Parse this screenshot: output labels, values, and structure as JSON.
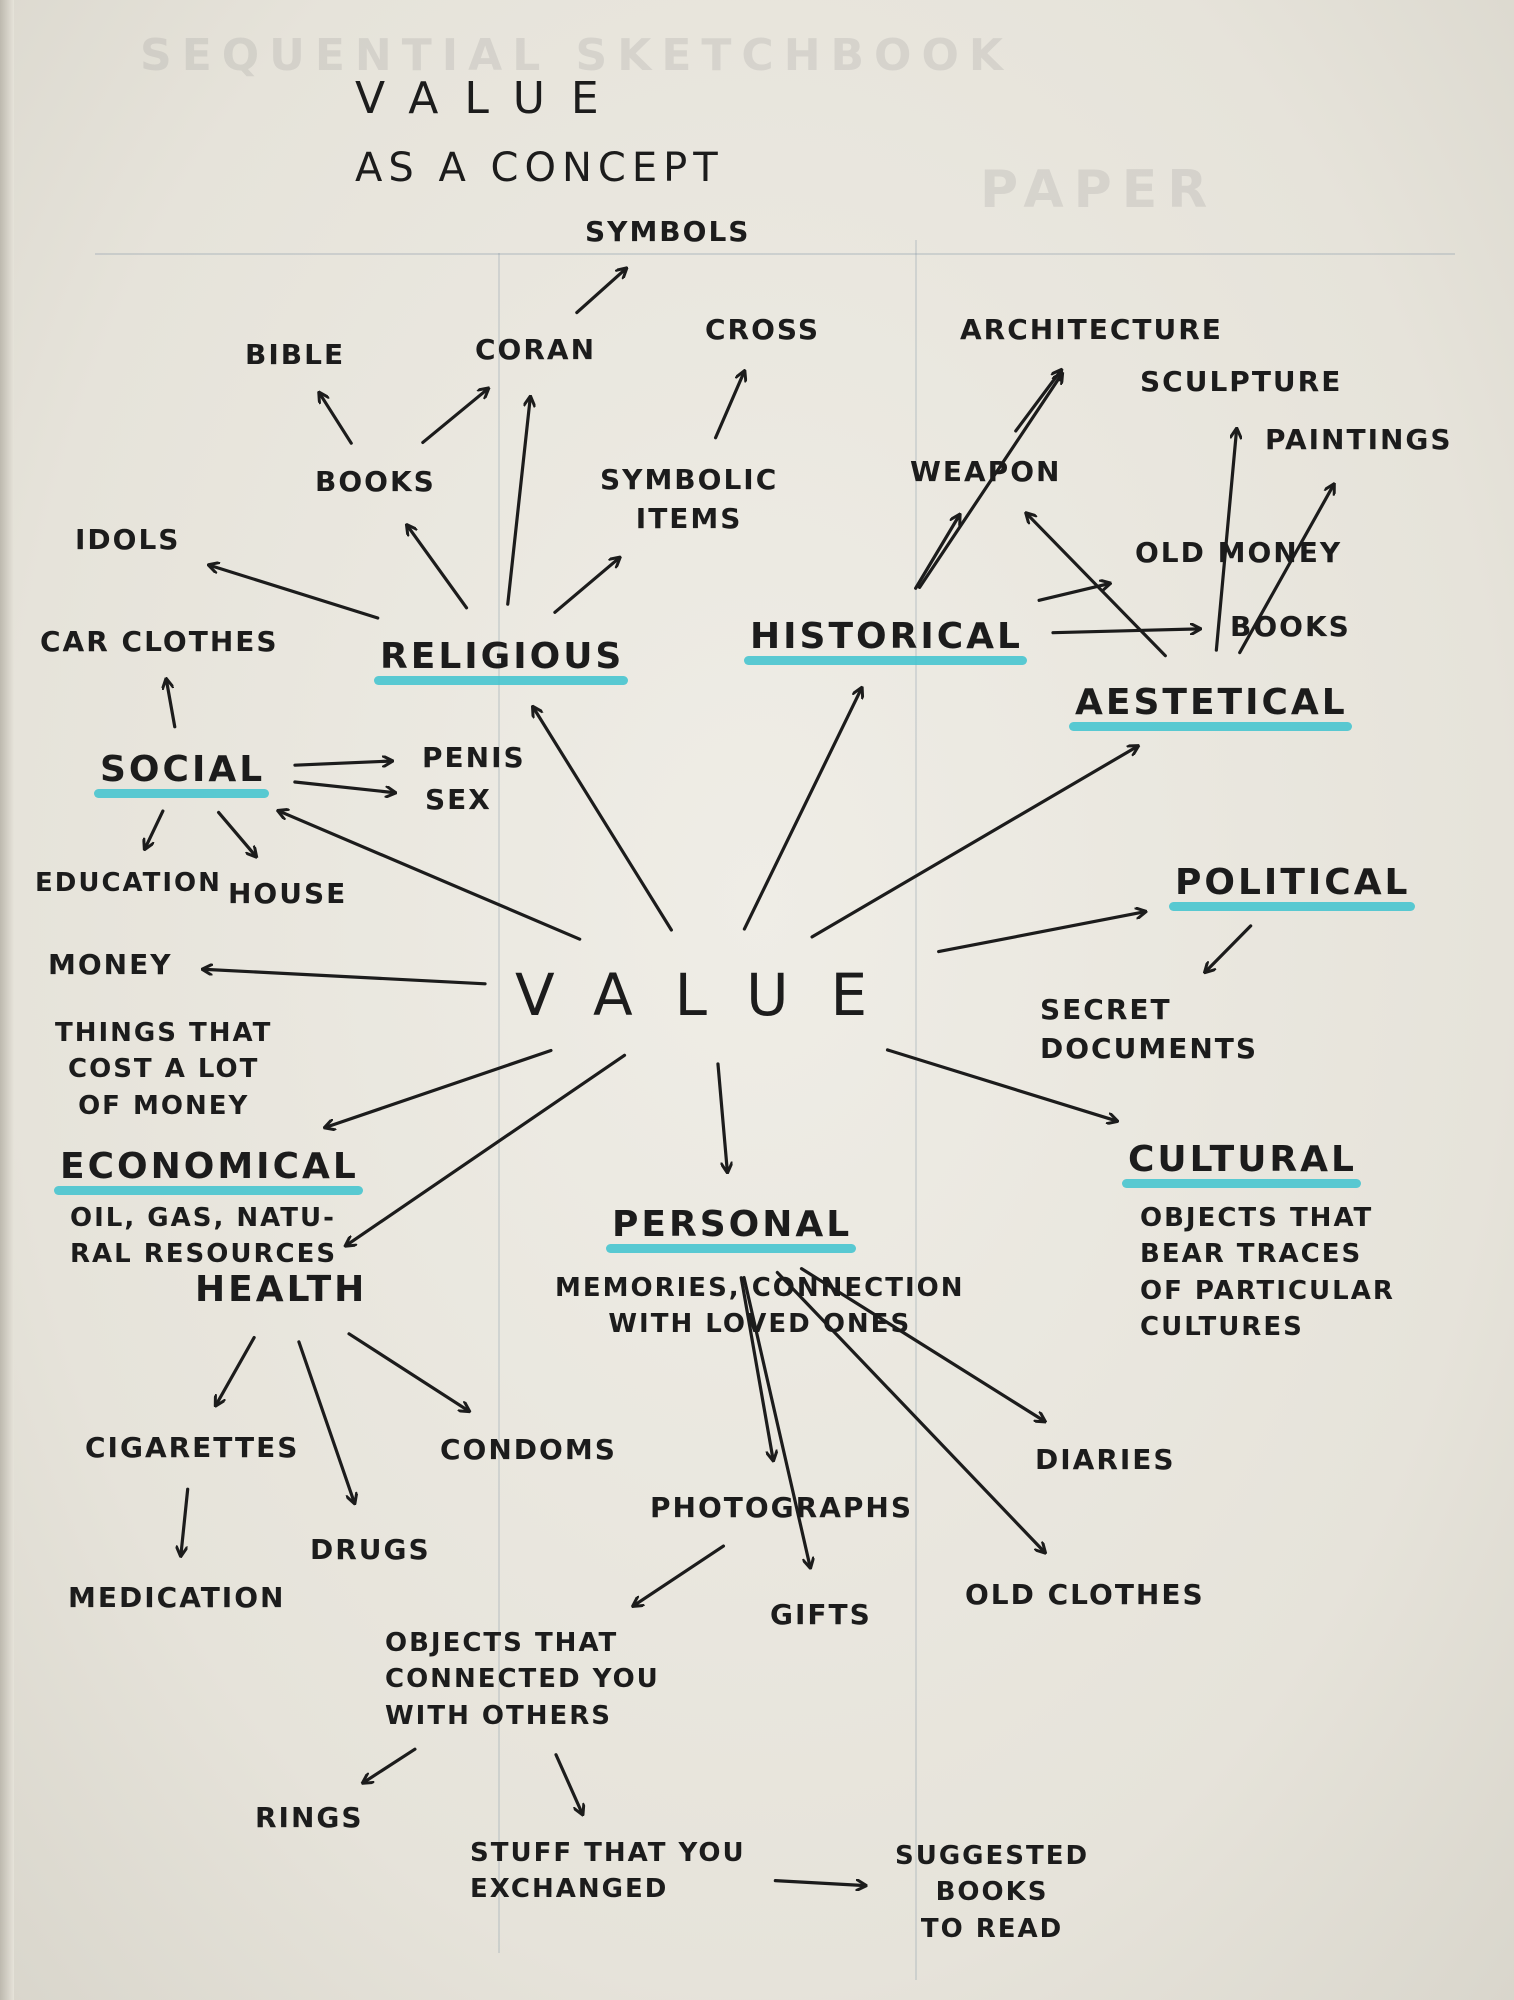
{
  "colors": {
    "ink": "#1c1c1c",
    "highlight": "#3ec3cf",
    "paper": "#e9e7df"
  },
  "title": "VALUE",
  "subtitle": "AS A CONCEPT",
  "center": "VALUE",
  "nodes": {
    "symbols": "SYMBOLS",
    "bible": "BIBLE",
    "coran": "CORAN",
    "cross": "CROSS",
    "architecture": "ARCHITECTURE",
    "sculpture": "SCULPTURE",
    "paintings": "PAINTINGS",
    "books_rel": "BOOKS",
    "symbolic_items": "SYMBOLIC\nITEMS",
    "weapon": "WEAPON",
    "idols": "IDOLS",
    "old_money": "OLD MONEY",
    "car_clothes": "CAR CLOTHES",
    "religious": "RELIGIOUS",
    "historical": "HISTORICAL",
    "books_aes": "BOOKS",
    "aestetical": "AESTETICAL",
    "social": "SOCIAL",
    "penis": "PENIS",
    "sex": "SEX",
    "education": "EDUCATION",
    "house": "HOUSE",
    "political": "POLITICAL",
    "money": "MONEY",
    "secret_documents": "SECRET\nDOCUMENTS",
    "things_cost": "THINGS THAT\nCOST A LOT\nOF MONEY",
    "economical": "ECONOMICAL",
    "oil_gas": "OIL, GAS, NATU-\nRAL RESOURCES",
    "health": "HEALTH",
    "cultural": "CULTURAL",
    "cultural_desc": "OBJECTS THAT\nBEAR TRACES\nOF PARTICULAR\nCULTURES",
    "personal": "PERSONAL",
    "personal_desc": "MEMORIES, CONNECTION\nWITH LOVED ONES",
    "cigarettes": "CIGARETTES",
    "condoms": "CONDOMS",
    "diaries": "DIARIES",
    "photographs": "PHOTOGRAPHS",
    "drugs": "DRUGS",
    "medication": "MEDICATION",
    "gifts": "GIFTS",
    "old_clothes": "OLD CLOTHES",
    "objects_connected": "OBJECTS THAT\nCONNECTED YOU\nWITH OTHERS",
    "rings": "RINGS",
    "stuff_exchanged": "STUFF THAT YOU\nEXCHANGED",
    "suggested_books": "SUGGESTED\nBOOKS\nTO READ"
  },
  "edges": [
    [
      "center",
      "religious"
    ],
    [
      "center",
      "historical"
    ],
    [
      "center",
      "aestetical"
    ],
    [
      "center",
      "political"
    ],
    [
      "center",
      "cultural"
    ],
    [
      "center",
      "personal"
    ],
    [
      "center",
      "economical"
    ],
    [
      "center",
      "health"
    ],
    [
      "center",
      "money"
    ],
    [
      "center",
      "social"
    ],
    [
      "religious",
      "idols"
    ],
    [
      "religious",
      "books_rel"
    ],
    [
      "religious",
      "symbolic_items"
    ],
    [
      "religious",
      "coran"
    ],
    [
      "books_rel",
      "bible"
    ],
    [
      "books_rel",
      "coran"
    ],
    [
      "coran",
      "symbols"
    ],
    [
      "symbolic_items",
      "cross"
    ],
    [
      "historical",
      "architecture"
    ],
    [
      "historical",
      "weapon"
    ],
    [
      "historical",
      "old_money"
    ],
    [
      "historical",
      "books_aes"
    ],
    [
      "weapon",
      "architecture"
    ],
    [
      "aestetical",
      "weapon"
    ],
    [
      "aestetical",
      "sculpture"
    ],
    [
      "aestetical",
      "paintings"
    ],
    [
      "social",
      "car_clothes"
    ],
    [
      "social",
      "penis"
    ],
    [
      "social",
      "sex"
    ],
    [
      "social",
      "education"
    ],
    [
      "social",
      "house"
    ],
    [
      "political",
      "secret_documents"
    ],
    [
      "health",
      "cigarettes"
    ],
    [
      "health",
      "drugs"
    ],
    [
      "health",
      "condoms"
    ],
    [
      "cigarettes",
      "medication"
    ],
    [
      "personal",
      "photographs"
    ],
    [
      "personal",
      "diaries"
    ],
    [
      "personal",
      "old_clothes"
    ],
    [
      "personal",
      "gifts"
    ],
    [
      "photographs",
      "objects_connected"
    ],
    [
      "objects_connected",
      "rings"
    ],
    [
      "objects_connected",
      "stuff_exchanged"
    ],
    [
      "stuff_exchanged",
      "suggested_books"
    ]
  ]
}
